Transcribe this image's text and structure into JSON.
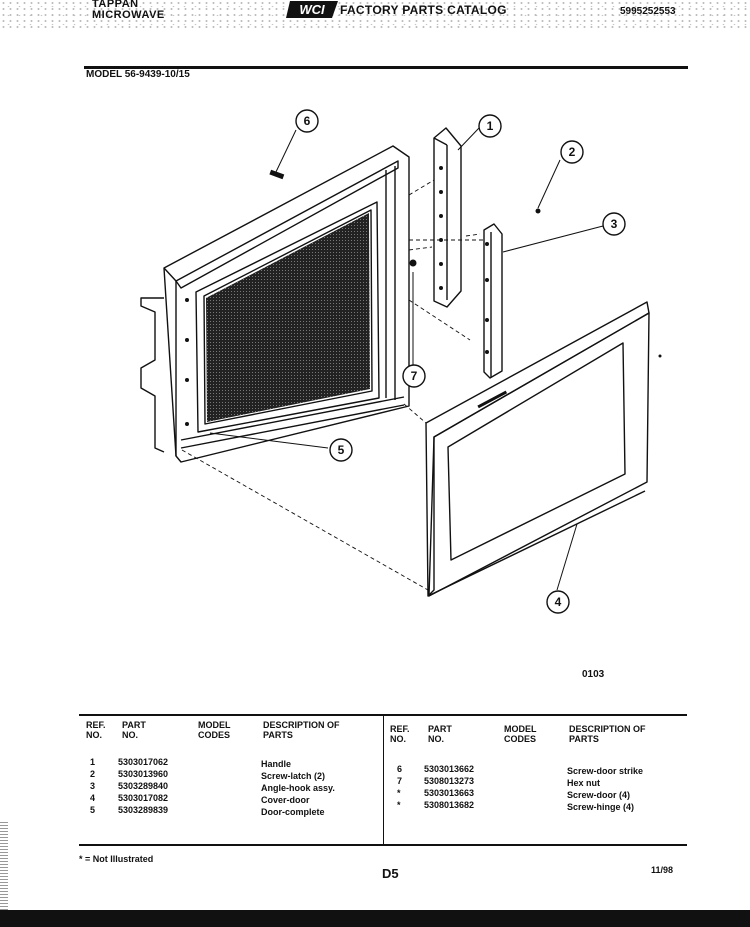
{
  "header": {
    "brand_line1": "TAPPAN",
    "brand_line2": "MICROWAVE",
    "logo_text": "WCI",
    "catalog_title": "FACTORY PARTS CATALOG",
    "catalog_code": "5995252553"
  },
  "model": "MODEL 56-9439-10/15",
  "figure_code": "0103",
  "callouts": [
    "1",
    "2",
    "3",
    "4",
    "5",
    "6",
    "7"
  ],
  "table": {
    "headers": {
      "ref_no": "REF. NO.",
      "part_no": "PART NO.",
      "model_codes": "MODEL CODES",
      "description": "DESCRIPTION OF PARTS"
    },
    "left_rows": [
      {
        "ref": "1",
        "part": "5303017062",
        "desc": "Handle"
      },
      {
        "ref": "2",
        "part": "5303013960",
        "desc": "Screw-latch (2)"
      },
      {
        "ref": "3",
        "part": "5303289840",
        "desc": "Angle-hook assy."
      },
      {
        "ref": "4",
        "part": "5303017082",
        "desc": "Cover-door"
      },
      {
        "ref": "5",
        "part": "5303289839",
        "desc": "Door-complete"
      }
    ],
    "right_rows": [
      {
        "ref": "6",
        "part": "5303013662",
        "desc": "Screw-door strike"
      },
      {
        "ref": "7",
        "part": "5308013273",
        "desc": "Hex nut"
      },
      {
        "ref": "*",
        "part": "5303013663",
        "desc": "Screw-door (4)"
      },
      {
        "ref": "*",
        "part": "5308013682",
        "desc": "Screw-hinge (4)"
      }
    ]
  },
  "footer": {
    "footnote": "* = Not Illustrated",
    "page_id": "D5",
    "date": "11/98"
  }
}
